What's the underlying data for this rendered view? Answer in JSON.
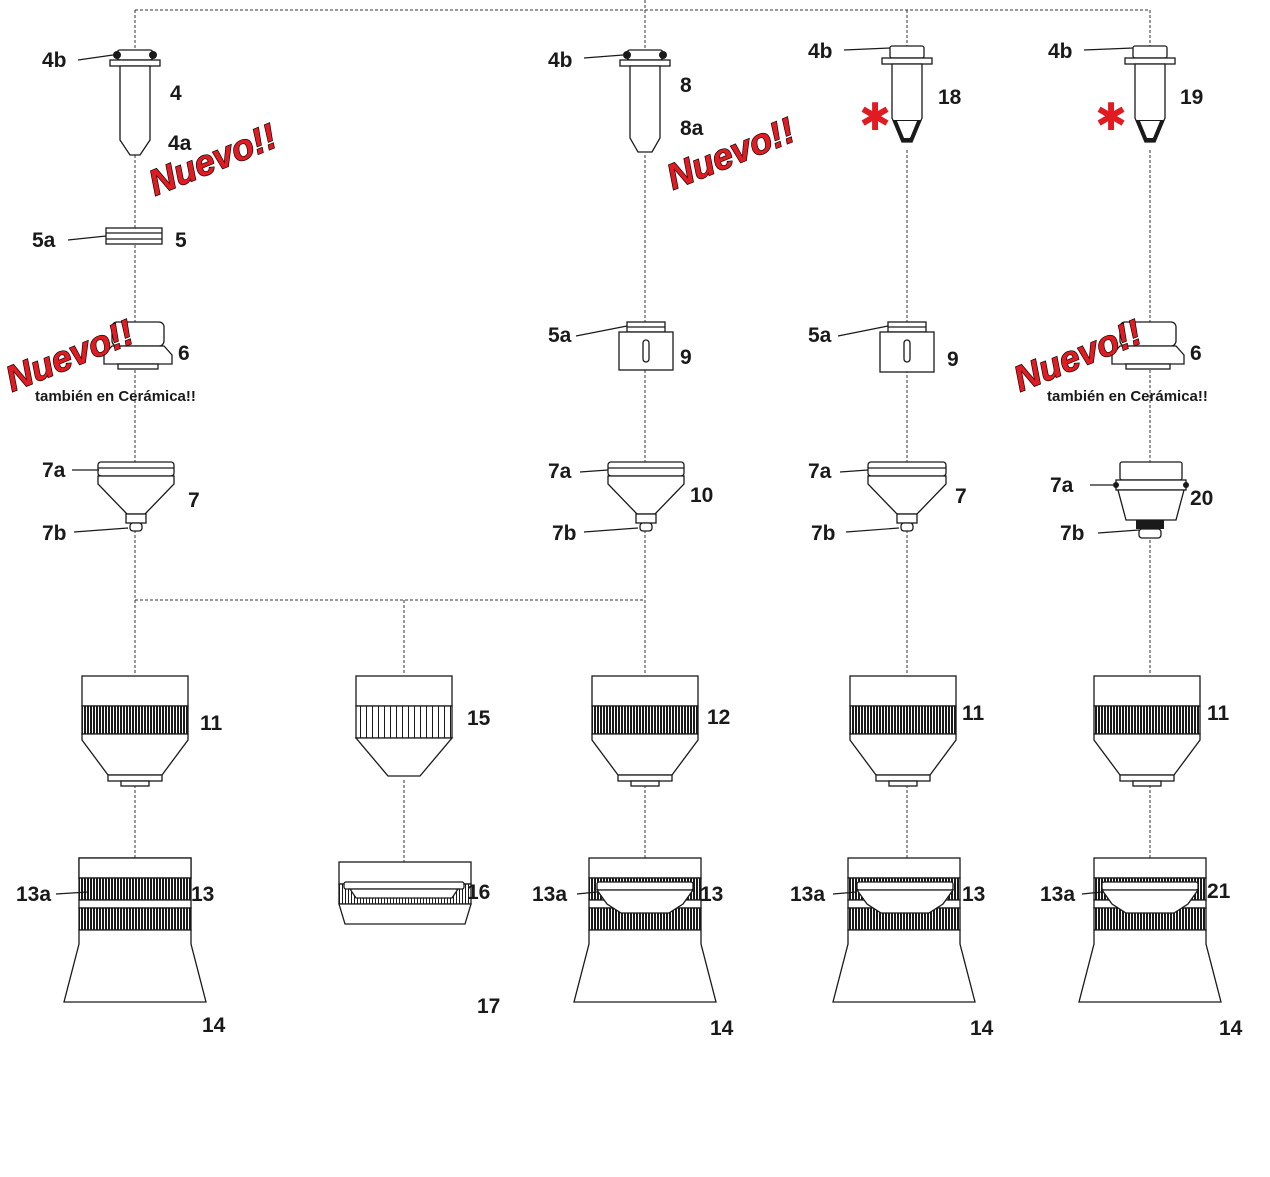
{
  "colors": {
    "promo_red": "#e11b22",
    "asterisk_red": "#e11b22",
    "line": "#1a1a1a"
  },
  "promo": {
    "text": "Nuevo!!"
  },
  "notes": {
    "ceramic": "también en Cerámica!!"
  },
  "asterisk": "✱",
  "labels": {
    "l4b_1": "4b",
    "l4": "4",
    "l4a": "4a",
    "l5a_1": "5a",
    "l5": "5",
    "l6_1": "6",
    "l7a_1": "7a",
    "l7_1": "7",
    "l7b_1": "7b",
    "l11_1": "11",
    "l13a_1": "13a",
    "l13_1": "13",
    "l14_1": "14",
    "l15": "15",
    "l16": "16",
    "l17": "17",
    "l4b_3": "4b",
    "l8": "8",
    "l8a": "8a",
    "l5a_3": "5a",
    "l9_3": "9",
    "l7a_3": "7a",
    "l10": "10",
    "l7b_3": "7b",
    "l12": "12",
    "l13a_3": "13a",
    "l13_3": "13",
    "l14_3": "14",
    "l4b_4": "4b",
    "l18": "18",
    "l5a_4": "5a",
    "l9_4": "9",
    "l7a_4": "7a",
    "l7_4": "7",
    "l7b_4": "7b",
    "l11_4": "11",
    "l13a_4": "13a",
    "l13_4": "13",
    "l14_4": "14",
    "l4b_5": "4b",
    "l19": "19",
    "l6_5": "6",
    "l7a_5": "7a",
    "l20": "20",
    "l7b_5": "7b",
    "l11_5": "11",
    "l13a_5": "13a",
    "l21": "21",
    "l14_5": "14"
  }
}
